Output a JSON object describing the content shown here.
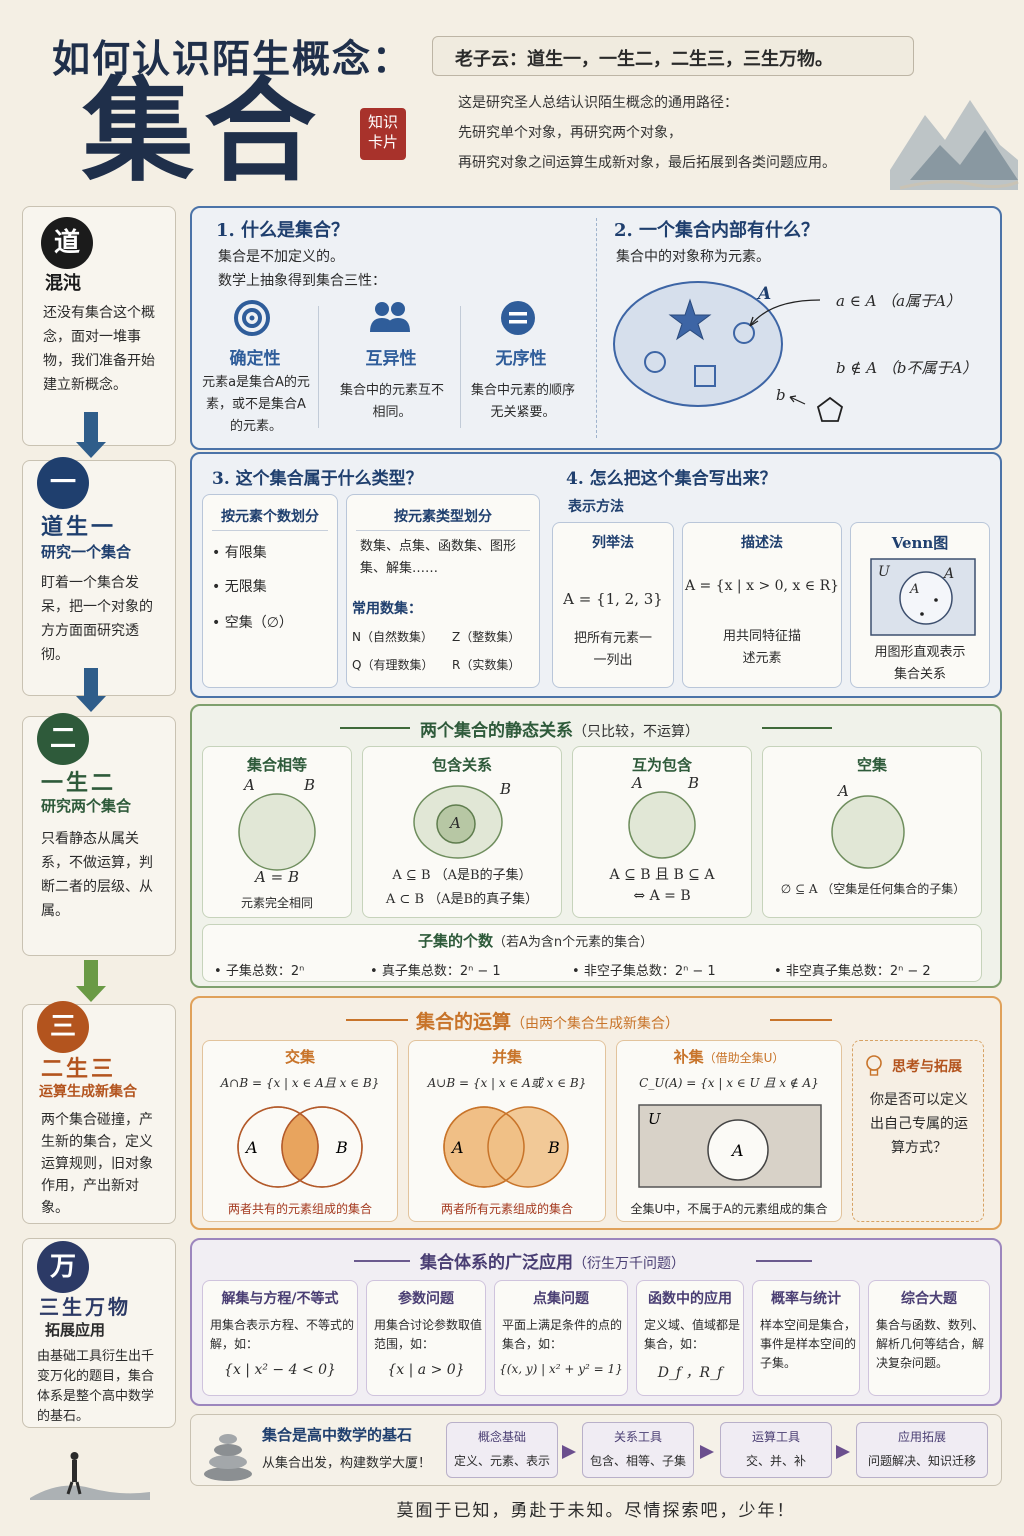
{
  "header": {
    "title_line1": "如何认识陌生概念：",
    "title_big": "集合",
    "seal": "知识卡片",
    "quote": "老子云：道生一，一生二，二生三，三生万物。",
    "intro_lines": [
      "这是研究圣人总结认识陌生概念的通用路径：",
      "先研究单个对象，再研究两个对象，",
      "再研究对象之间运算生成新对象，最后拓展到各类问题应用。"
    ]
  },
  "stages": [
    {
      "icon": "道",
      "title": "混沌",
      "subtitle": "",
      "desc": "还没有集合这个概念，面对一堆事物，我们准备开始建立新概念。",
      "color": "#1b1b1b"
    },
    {
      "icon": "一",
      "title": "道生一",
      "subtitle": "研究一个集合",
      "desc": "盯着一个集合发呆，把一个对象的方方面面研究透彻。",
      "color": "#1f3f6e"
    },
    {
      "icon": "二",
      "title": "一生二",
      "subtitle": "研究两个集合",
      "desc": "只看静态从属关系，不做运算，判断二者的层级、从属。",
      "color": "#2e5a3a"
    },
    {
      "icon": "三",
      "title": "二生三",
      "subtitle": "运算生成新集合",
      "desc": "两个集合碰撞，产生新的集合，定义运算规则，旧对象作用，产出新对象。",
      "color": "#b3541e"
    },
    {
      "icon": "万",
      "title": "三生万物",
      "subtitle": "拓展应用",
      "desc": "由基础工具衍生出千变万化的题目，集合体系是整个高中数学的基石。",
      "color": "#3a3f6e"
    }
  ],
  "section1": {
    "q1_title": "1. 什么是集合？",
    "q1_lines": [
      "集合是不加定义的。",
      "数学上抽象得到集合三性："
    ],
    "properties": [
      {
        "name": "确定性",
        "desc": "元素a是集合A的元素，或不是集合A的元素。",
        "icon": "target-icon"
      },
      {
        "name": "互异性",
        "desc": "集合中的元素互不相同。",
        "icon": "people-icon"
      },
      {
        "name": "无序性",
        "desc": "集合中元素的顺序无关紧要。",
        "icon": "equal-icon"
      }
    ],
    "q2_title": "2. 一个集合内部有什么？",
    "q2_line": "集合中的对象称为元素。",
    "set_label": "A",
    "in_label": "a ∈ A （a属于A）",
    "notin_label": "b ∉ A （b不属于A）",
    "b_label": "b"
  },
  "section2": {
    "q3_title": "3. 这个集合属于什么类型？",
    "by_count_title": "按元素个数划分",
    "by_count_items": [
      "有限集",
      "无限集",
      "空集（∅）"
    ],
    "by_type_title": "按元素类型划分",
    "by_type_text": "数集、点集、函数集、图形集、解集……",
    "common_title": "常用数集：",
    "common_sets": [
      "N（自然数集）",
      "Z（整数集）",
      "Q（有理数集）",
      "R（实数集）"
    ],
    "q4_title": "4. 怎么把这个集合写出来？",
    "method_label": "表示方法",
    "methods": [
      {
        "name": "列举法",
        "formula": "A = {1, 2, 3}",
        "desc": "把所有元素一一列出"
      },
      {
        "name": "描述法",
        "formula": "A = {x | x > 0, x ∈ R}",
        "desc": "用共同特征描述元素"
      },
      {
        "name": "Venn图",
        "formula": "",
        "desc": "用图形直观表示集合关系"
      }
    ],
    "venn_U": "U",
    "venn_A": "A"
  },
  "section3": {
    "title": "两个集合的静态关系",
    "title_note": "（只比较，不运算）",
    "relations": [
      {
        "name": "集合相等",
        "labels": [
          "A",
          "B"
        ],
        "formula1": "A = B",
        "formula2": "元素完全相同"
      },
      {
        "name": "包含关系",
        "labels": [
          "A",
          "B"
        ],
        "formula1": "A ⊆ B （A是B的子集）",
        "formula2": "A ⊂ B （A是B的真子集）"
      },
      {
        "name": "互为包含",
        "labels": [
          "A",
          "B"
        ],
        "formula1": "A ⊆ B 且 B ⊆ A",
        "formula2": "⇔ A = B"
      },
      {
        "name": "空集",
        "labels": [
          "A"
        ],
        "formula1": "∅ ⊆ A （空集是任何集合的子集）",
        "formula2": ""
      }
    ],
    "subset_title": "子集的个数",
    "subset_note": "（若A为含n个元素的集合）",
    "subset_counts": [
      "子集总数：2ⁿ",
      "真子集总数：2ⁿ − 1",
      "非空子集总数：2ⁿ − 1",
      "非空真子集总数：2ⁿ − 2"
    ]
  },
  "section4": {
    "title": "集合的运算",
    "title_note": "（由两个集合生成新集合）",
    "ops": [
      {
        "name": "交集",
        "formula": "A∩B = {x | x ∈ A且 x ∈ B}",
        "desc": "两者共有的元素组成的集合"
      },
      {
        "name": "并集",
        "formula": "A∪B = {x | x ∈ A或 x ∈ B}",
        "desc": "两者所有元素组成的集合"
      },
      {
        "name": "补集",
        "note": "（借助全集U）",
        "formula": "C_U(A) = {x | x ∈ U 且 x ∉ A}",
        "desc": "全集U中，不属于A的元素组成的集合"
      }
    ],
    "think_title": "思考与拓展",
    "think_text": "你是否可以定义出自己专属的运算方式？"
  },
  "section5": {
    "title": "集合体系的广泛应用",
    "title_note": "（衍生万千问题）",
    "apps": [
      {
        "name": "解集与方程/不等式",
        "desc": "用集合表示方程、不等式的解，如：",
        "formula": "{x | x² − 4 < 0}"
      },
      {
        "name": "参数问题",
        "desc": "用集合讨论参数取值范围，如：",
        "formula": "{x | a > 0}"
      },
      {
        "name": "点集问题",
        "desc": "平面上满足条件的点的集合，如：",
        "formula": "{(x, y) | x² + y² = 1}"
      },
      {
        "name": "函数中的应用",
        "desc": "定义域、值域都是集合，如：",
        "formula": "D_f ，R_f"
      },
      {
        "name": "概率与统计",
        "desc": "样本空间是集合，事件是样本空间的子集。",
        "formula": ""
      },
      {
        "name": "综合大题",
        "desc": "集合与函数、数列、解析几何等结合，解决复杂问题。",
        "formula": ""
      }
    ]
  },
  "footer": {
    "summary_title": "集合是高中数学的基石",
    "summary_sub": "从集合出发，构建数学大厦！",
    "chain": [
      {
        "title": "概念基础",
        "desc": "定义、元素、表示"
      },
      {
        "title": "关系工具",
        "desc": "包含、相等、子集"
      },
      {
        "title": "运算工具",
        "desc": "交、并、补"
      },
      {
        "title": "应用拓展",
        "desc": "问题解决、知识迁移"
      }
    ],
    "motto": "莫囿于已知，勇赴于未知。尽情探索吧，少年！"
  },
  "colors": {
    "blue": "#1f3f6e",
    "green": "#4f7a45",
    "orange": "#c8742a",
    "purple": "#6b5a8e"
  }
}
